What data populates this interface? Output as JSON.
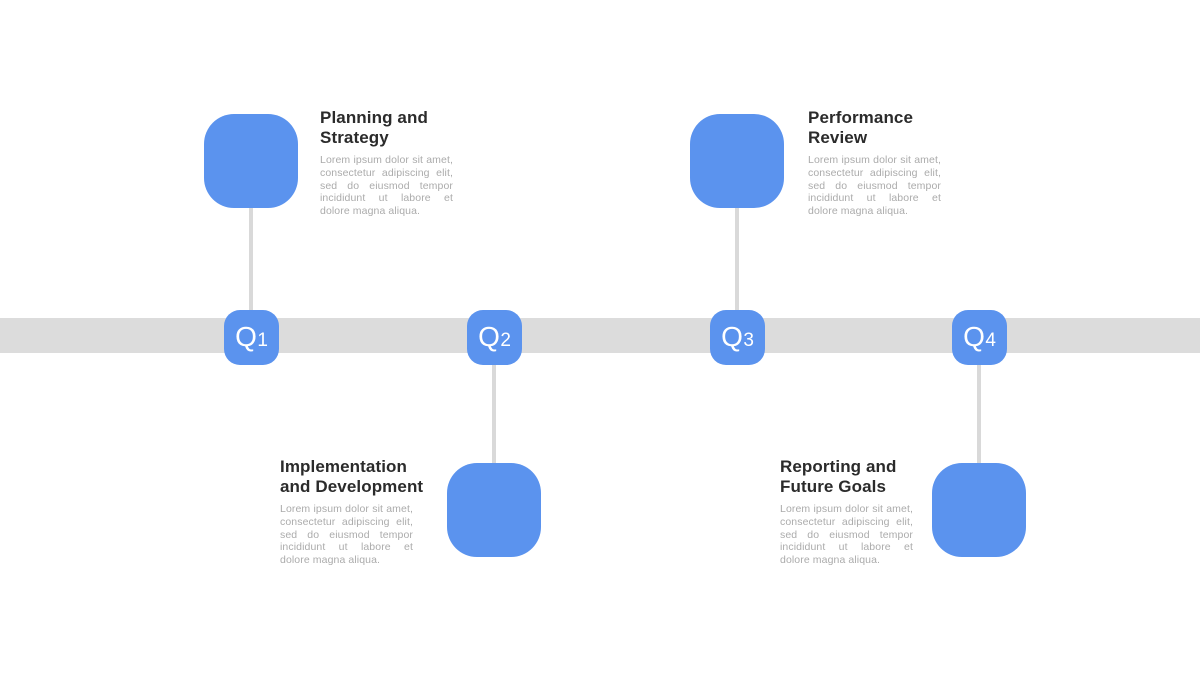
{
  "timeline": {
    "type": "quarterly-timeline-infographic",
    "colors": {
      "accent": "#5b93ee",
      "bar": "#dcdcdc",
      "connector": "#d9d9d9",
      "title_text": "#2b2b2b",
      "body_text": "#ababab",
      "marker_text": "#ffffff",
      "background": "#ffffff"
    },
    "items": [
      {
        "quarter_prefix": "Q",
        "quarter_number": "1",
        "title": "Planning and Strategy",
        "body": "Lorem ipsum dolor sit amet, consectetur adipiscing elit, sed do eiusmod tempor incididunt ut labore et dolore magna aliqua.",
        "position": "above-bar"
      },
      {
        "quarter_prefix": "Q",
        "quarter_number": "2",
        "title": "Implementation and Development",
        "body": "Lorem ipsum dolor sit amet, consectetur adipiscing elit, sed do eiusmod tempor incididunt ut labore et dolore magna aliqua.",
        "position": "below-bar"
      },
      {
        "quarter_prefix": "Q",
        "quarter_number": "3",
        "title": "Performance Review",
        "body": "Lorem ipsum dolor sit amet, consectetur adipiscing elit, sed do eiusmod tempor incididunt ut labore et dolore magna aliqua.",
        "position": "above-bar"
      },
      {
        "quarter_prefix": "Q",
        "quarter_number": "4",
        "title": "Reporting and Future Goals",
        "body": "Lorem ipsum dolor sit amet, consectetur adipiscing elit, sed do eiusmod tempor incididunt ut labore et dolore magna aliqua.",
        "position": "below-bar"
      }
    ]
  }
}
